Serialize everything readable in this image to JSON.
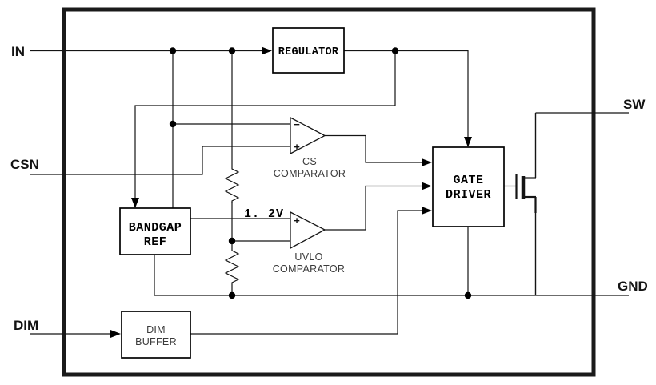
{
  "ports": {
    "in": "IN",
    "csn": "CSN",
    "dim": "DIM",
    "sw": "SW",
    "gnd": "GND"
  },
  "blocks": {
    "regulator": {
      "label": "REGULATOR"
    },
    "bandgap": {
      "line1": "BANDGAP",
      "line2": "REF"
    },
    "gate_driver": {
      "line1": "GATE",
      "line2": "DRIVER"
    },
    "dim_buffer": {
      "line1": "DIM",
      "line2": "BUFFER"
    }
  },
  "comparators": {
    "cs": {
      "line1": "CS",
      "line2": "COMPARATOR",
      "top_sign": "−",
      "bottom_sign": "+"
    },
    "uvlo": {
      "line1": "UVLO",
      "line2": "COMPARATOR",
      "top_sign": "+"
    }
  },
  "nets": {
    "vref": "1. 2V"
  },
  "colors": {
    "line": "#141414",
    "background": "#ffffff"
  }
}
